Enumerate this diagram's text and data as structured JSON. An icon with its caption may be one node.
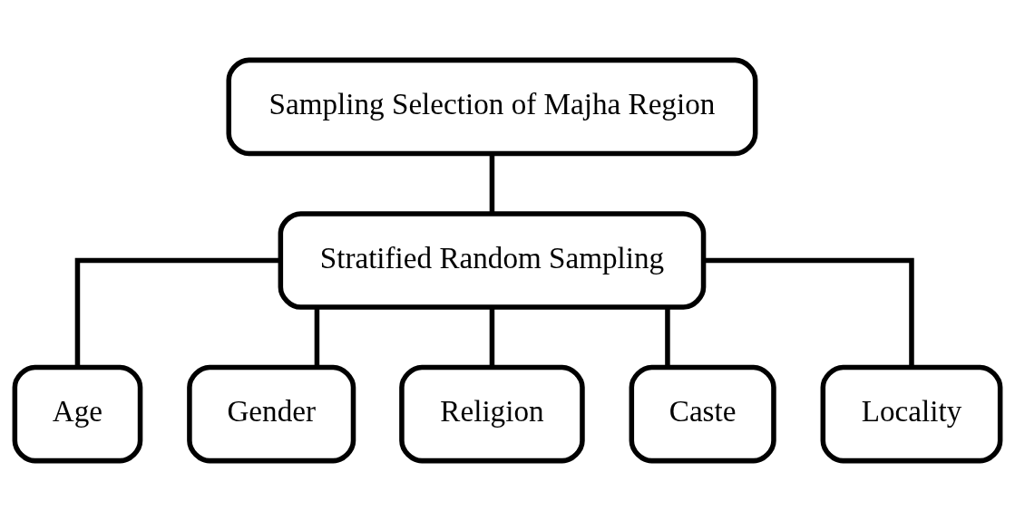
{
  "diagram": {
    "nodes": [
      {
        "text": [
          "Sampling Selection of Majha Region"
        ]
      },
      {
        "text": [
          "Stratified Random Sampling"
        ]
      },
      {
        "text": [
          "Age"
        ]
      },
      {
        "text": [
          "Gender"
        ]
      },
      {
        "text": [
          "Religion"
        ]
      },
      {
        "text": [
          "Caste"
        ]
      },
      {
        "text": [
          "Locality"
        ]
      }
    ],
    "edges": [
      {
        "from": 0,
        "to": 1,
        "arrow": "none"
      },
      {
        "from": 1,
        "to": 2,
        "arrow": "none"
      },
      {
        "from": 1,
        "to": 3,
        "arrow": "none"
      },
      {
        "from": 1,
        "to": 4,
        "arrow": "none"
      },
      {
        "from": 1,
        "to": 5,
        "arrow": "none"
      },
      {
        "from": 1,
        "to": 6,
        "arrow": "none"
      }
    ]
  }
}
